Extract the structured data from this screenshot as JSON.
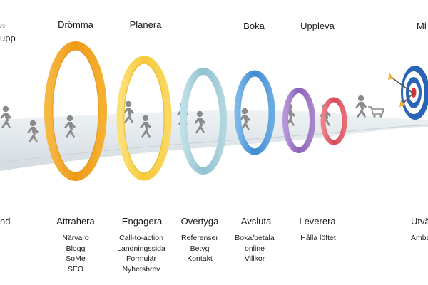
{
  "top_labels": [
    {
      "id": "t0",
      "lines": [
        "a",
        "upp"
      ]
    },
    {
      "id": "t1",
      "lines": [
        "Drömma"
      ]
    },
    {
      "id": "t2",
      "lines": [
        "Planera"
      ]
    },
    {
      "id": "t3",
      "lines": [
        "Boka"
      ]
    },
    {
      "id": "t4",
      "lines": [
        "Uppleva"
      ]
    },
    {
      "id": "t5",
      "lines": [
        "Mi"
      ]
    }
  ],
  "stages": [
    {
      "id": "s0",
      "title": "nd",
      "items": []
    },
    {
      "id": "s1",
      "title": "Attrahera",
      "items": [
        "Närvaro",
        "Blogg",
        "SoMe",
        "SEO"
      ]
    },
    {
      "id": "s2",
      "title": "Engagera",
      "items": [
        "Call-to-action",
        "Landningssida",
        "Formulär",
        "Nyhetsbrev"
      ]
    },
    {
      "id": "s3",
      "title": "Övertyga",
      "items": [
        "Referenser",
        "Betyg",
        "Kontakt"
      ]
    },
    {
      "id": "s4",
      "title": "Avsluta",
      "items": [
        "Boka/betala",
        "online",
        "Villkor"
      ]
    },
    {
      "id": "s5",
      "title": "Leverera",
      "items": [
        "Hålla löftet"
      ]
    },
    {
      "id": "s6",
      "title": "Utvä",
      "items": [
        "Amba"
      ]
    }
  ],
  "ring_colors": {
    "orange": "#f0a020",
    "yellow": "#f7cf48",
    "light_blue": "#9ccbd6",
    "blue": "#4e9ad8",
    "purple": "#9b74c4",
    "red": "#e05a66"
  },
  "icons": [
    "walking-person-icon",
    "shopping-cart-icon",
    "target-icon",
    "arrow-icon"
  ]
}
